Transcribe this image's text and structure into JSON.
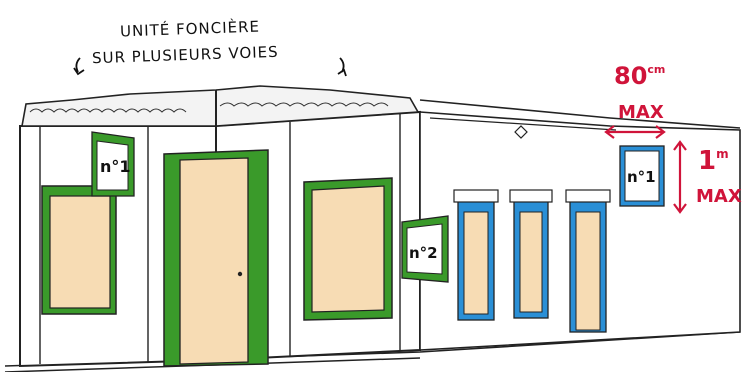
{
  "caption": {
    "line1": "UNITÉ FONCIÈRE",
    "line2": "SUR PLUSIEURS VOIES"
  },
  "signs": {
    "sign1": "n°1",
    "sign2": "n°2",
    "sign_example": "n°1"
  },
  "dimensions": {
    "width_value": "80",
    "width_unit": "cm",
    "width_max": "MAX",
    "height_value": "1",
    "height_unit": "m",
    "height_max": "MAX"
  },
  "colors": {
    "green": "#3a9a2a",
    "blue": "#2a8fd6",
    "red": "#d0143a",
    "fill": "#f7dcb4"
  }
}
